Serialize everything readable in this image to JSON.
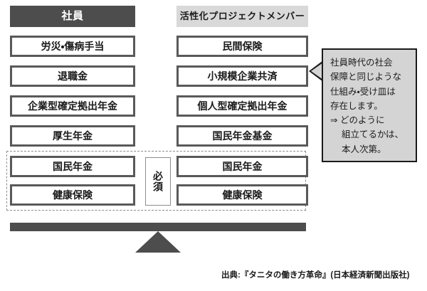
{
  "figure": {
    "left_column": {
      "header": "社員",
      "header_bg": "#4d4d4d",
      "header_color": "#ffffff",
      "items": [
        "労災・傷病手当",
        "退職金",
        "企業型確定拠出年金",
        "厚生年金"
      ],
      "mandatory_items": [
        "国民年金",
        "健康保険"
      ]
    },
    "right_column": {
      "header": "活性化プロジェクトメンバー",
      "header_bg": "#d9d9d9",
      "header_color": "#1a1a1a",
      "items": [
        "民間保険",
        "小規模企業共済",
        "個人型確定拠出年金",
        "国民年金基金"
      ],
      "mandatory_items": [
        "国民年金",
        "健康保険"
      ]
    },
    "required_label": "必須",
    "callout": {
      "text": "社員時代の社会\n保障と同じような\n仕組み・受け皿は\n存在します。\n⇒ どのように\n　 組立てるかは、\n　 本人次第。",
      "bg": "#d4d4d4",
      "border": "#1a1a1a"
    },
    "balance": {
      "bar_color": "#4d4d4d",
      "fulcrum_color": "#4d4d4d"
    },
    "attribution": "出典:『タニタの働き方革命』(日本経済新聞出版社)"
  }
}
